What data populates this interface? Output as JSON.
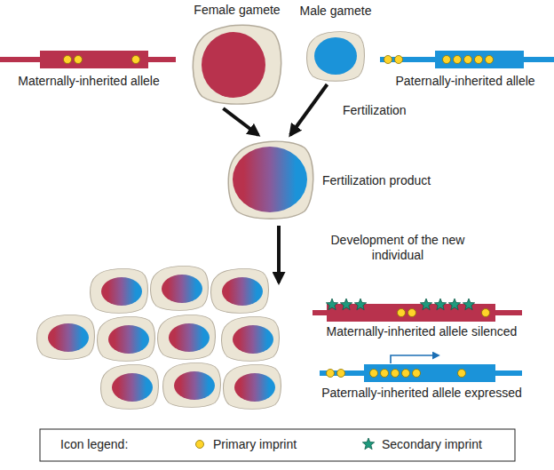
{
  "diagram": {
    "nodes": [
      {
        "text": [
          "Female gamete"
        ]
      },
      {
        "text": [
          "Male gamete"
        ]
      },
      {
        "text": [
          "Maternally-inherited allele"
        ]
      },
      {
        "text": [
          "Paternally-inherited allele"
        ]
      },
      {
        "text": [
          "Fertilization product"
        ]
      },
      {
        "text": [
          "Maternally-inherited allele silenced"
        ]
      },
      {
        "text": [
          "Paternally-inherited allele expressed"
        ]
      }
    ],
    "edges": [
      {
        "from": 0,
        "to": 4,
        "arrow": "to"
      },
      {
        "from": 1,
        "to": 4,
        "label": "Fertilization",
        "arrow": "to"
      }
    ],
    "labels": [
      "Development of the new individual",
      "Icon legend:"
    ],
    "legend": [
      {
        "text": "Primary imprint"
      },
      {
        "text": "Secondary imprint"
      }
    ]
  }
}
